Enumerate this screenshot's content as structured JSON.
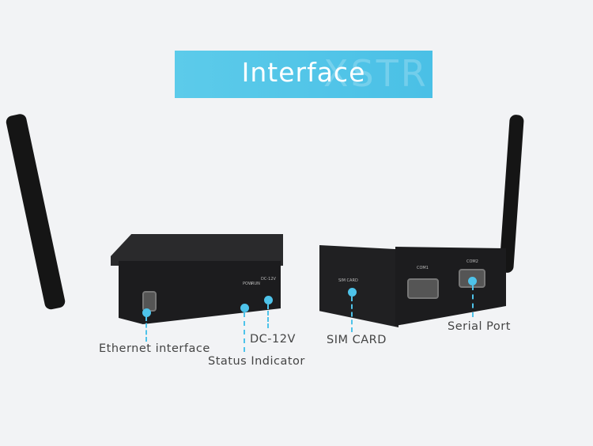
{
  "banner": {
    "title": "Interface",
    "watermark": "XSTR"
  },
  "labels": {
    "ethernet": "Ethernet interface",
    "status": "Status Indicator",
    "dc": "DC-12V",
    "sim": "SIM CARD",
    "serial": "Serial Port"
  },
  "device_markings": {
    "pow": "POW",
    "run": "RUN",
    "dc": "DC-12V",
    "com1": "COM1",
    "com2": "COM2",
    "sim": "SIM CARD"
  },
  "colors": {
    "accent": "#4ec3ea"
  }
}
